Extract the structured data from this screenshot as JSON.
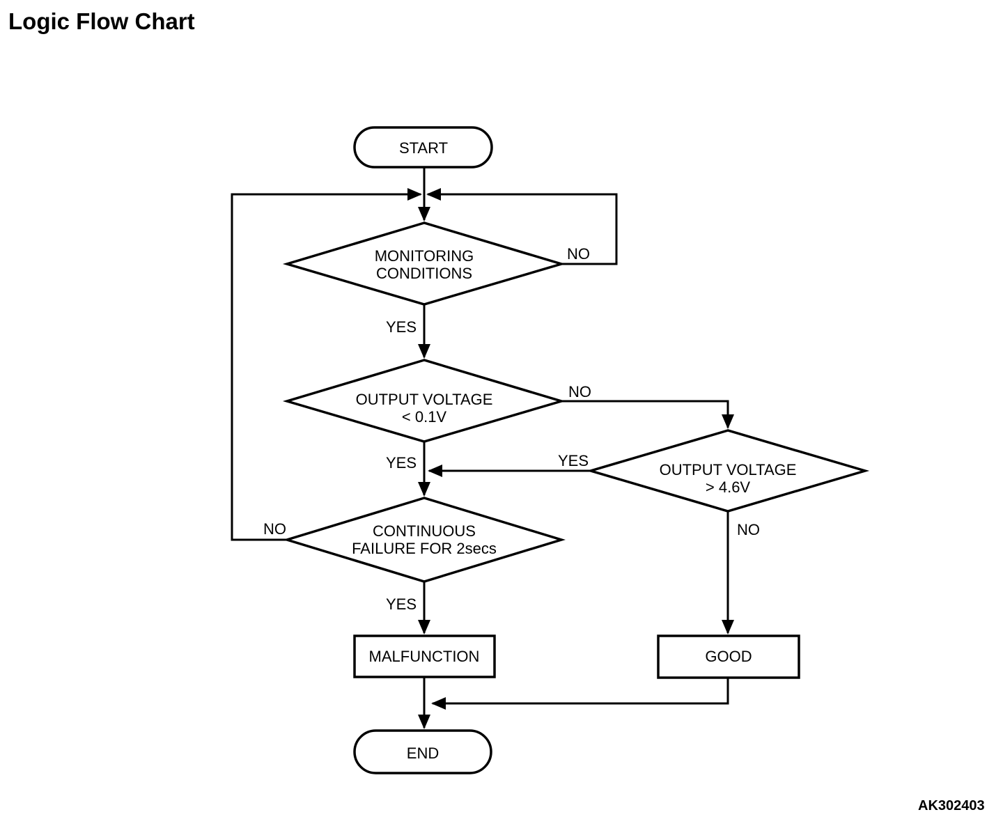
{
  "page": {
    "title": "Logic Flow Chart",
    "figure_code": "AK302403"
  },
  "flowchart": {
    "nodes": {
      "start": {
        "type": "terminator",
        "label": "START"
      },
      "monitoring_conditions": {
        "type": "decision",
        "label_line1": "MONITORING",
        "label_line2": "CONDITIONS"
      },
      "output_voltage_low": {
        "type": "decision",
        "label_line1": "OUTPUT VOLTAGE",
        "label_line2": "< 0.1V"
      },
      "output_voltage_high": {
        "type": "decision",
        "label_line1": "OUTPUT VOLTAGE",
        "label_line2": "> 4.6V"
      },
      "continuous_failure": {
        "type": "decision",
        "label_line1": "CONTINUOUS",
        "label_line2": "FAILURE FOR 2secs"
      },
      "malfunction": {
        "type": "process",
        "label": "MALFUNCTION"
      },
      "good": {
        "type": "process",
        "label": "GOOD"
      },
      "end": {
        "type": "terminator",
        "label": "END"
      }
    },
    "edge_labels": {
      "monitoring_yes": "YES",
      "monitoring_no": "NO",
      "output_low_yes": "YES",
      "output_low_no": "NO",
      "output_high_yes": "YES",
      "output_high_no": "NO",
      "continuous_yes": "YES",
      "continuous_no": "NO"
    },
    "colors": {
      "stroke": "#000000",
      "text": "#000000",
      "background": "#ffffff"
    }
  }
}
